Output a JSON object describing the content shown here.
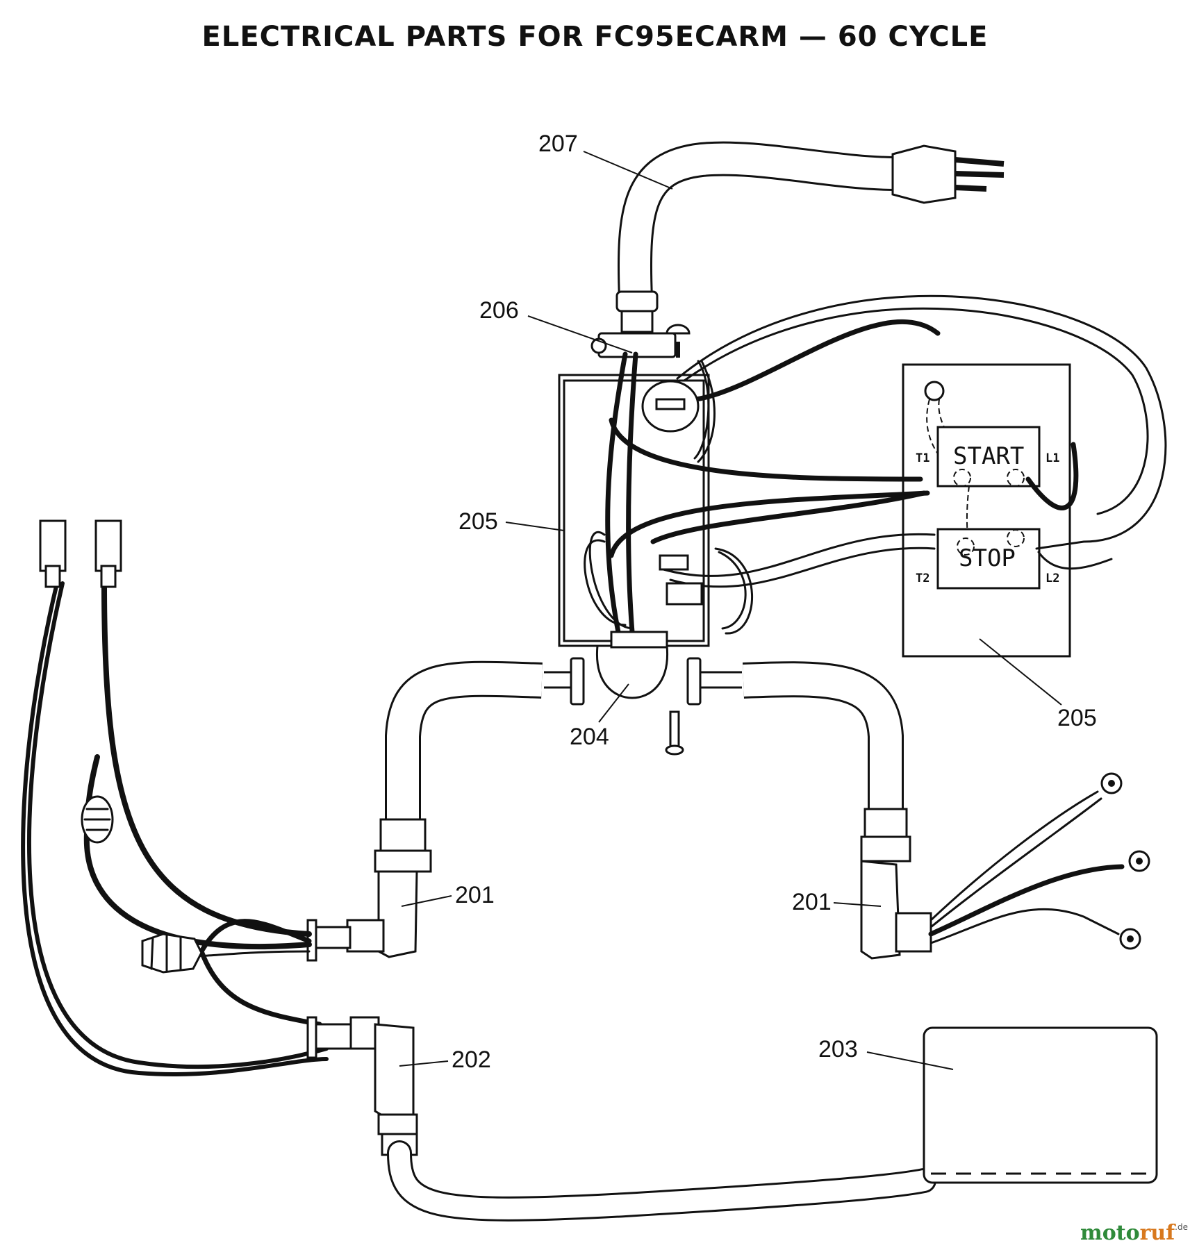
{
  "title": "ELECTRICAL PARTS FOR FC95ECARM — 60 CYCLE",
  "callouts": {
    "p207": "207",
    "p206": "206",
    "p205_box": "205",
    "p205_switch": "205",
    "p204": "204",
    "p201_left": "201",
    "p201_right": "201",
    "p202": "202",
    "p203": "203"
  },
  "switch": {
    "start_label": "START",
    "stop_label": "STOP",
    "terminals": {
      "t1": "T1",
      "l1": "L1",
      "t2": "T2",
      "l2": "L2"
    }
  },
  "watermark": {
    "brand_a": "moto",
    "brand_b": "ruf",
    "suffix": ".de"
  }
}
